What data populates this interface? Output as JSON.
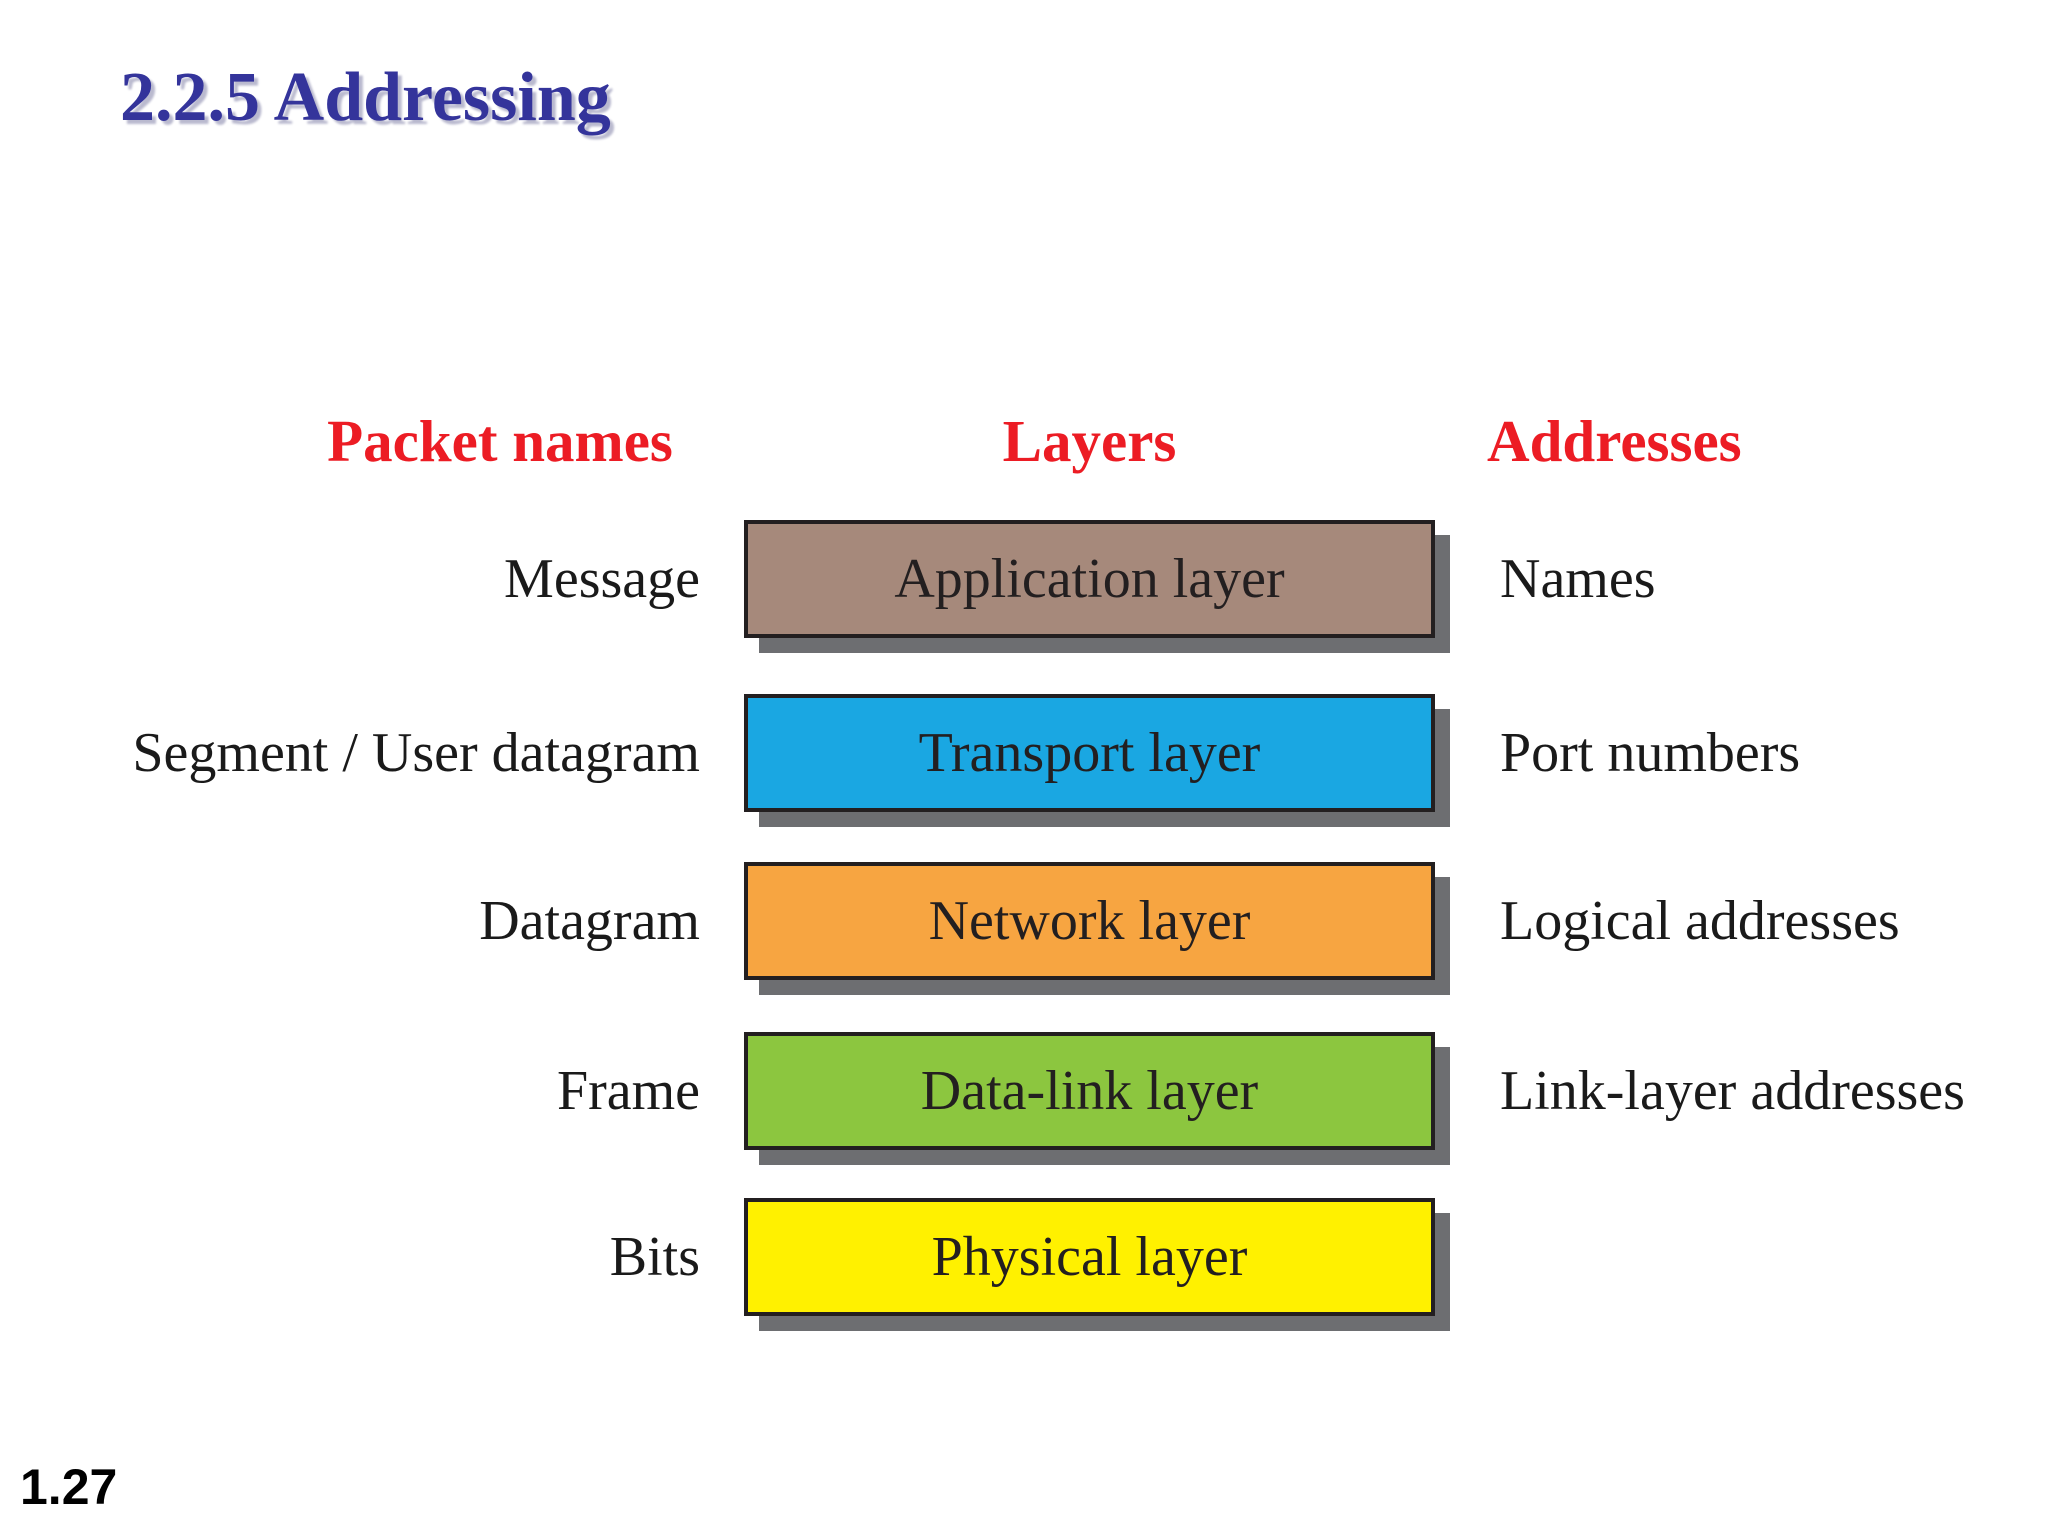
{
  "slide": {
    "title": "2.2.5 Addressing",
    "page_number": "1.27"
  },
  "colors": {
    "title_blue": "#34349b",
    "header_red": "#ec1c24",
    "box_border": "#231f20",
    "box_shadow_gray": "#6d6e71",
    "background": "#ffffff"
  },
  "headers": {
    "packet_names": "Packet names",
    "layers": "Layers",
    "addresses": "Addresses"
  },
  "rows": [
    {
      "packet": "Message",
      "layer": "Application layer",
      "address": "Names",
      "box_color": "#a6897b"
    },
    {
      "packet": "Segment / User datagram",
      "layer": "Transport layer",
      "address": "Port numbers",
      "box_color": "#1aa7e2"
    },
    {
      "packet": "Datagram",
      "layer": "Network layer",
      "address": "Logical addresses",
      "box_color": "#f7a541"
    },
    {
      "packet": "Frame",
      "layer": "Data-link layer",
      "address": "Link-layer addresses",
      "box_color": "#8cc63f"
    },
    {
      "packet": "Bits",
      "layer": "Physical layer",
      "address": "",
      "box_color": "#fff100"
    }
  ]
}
